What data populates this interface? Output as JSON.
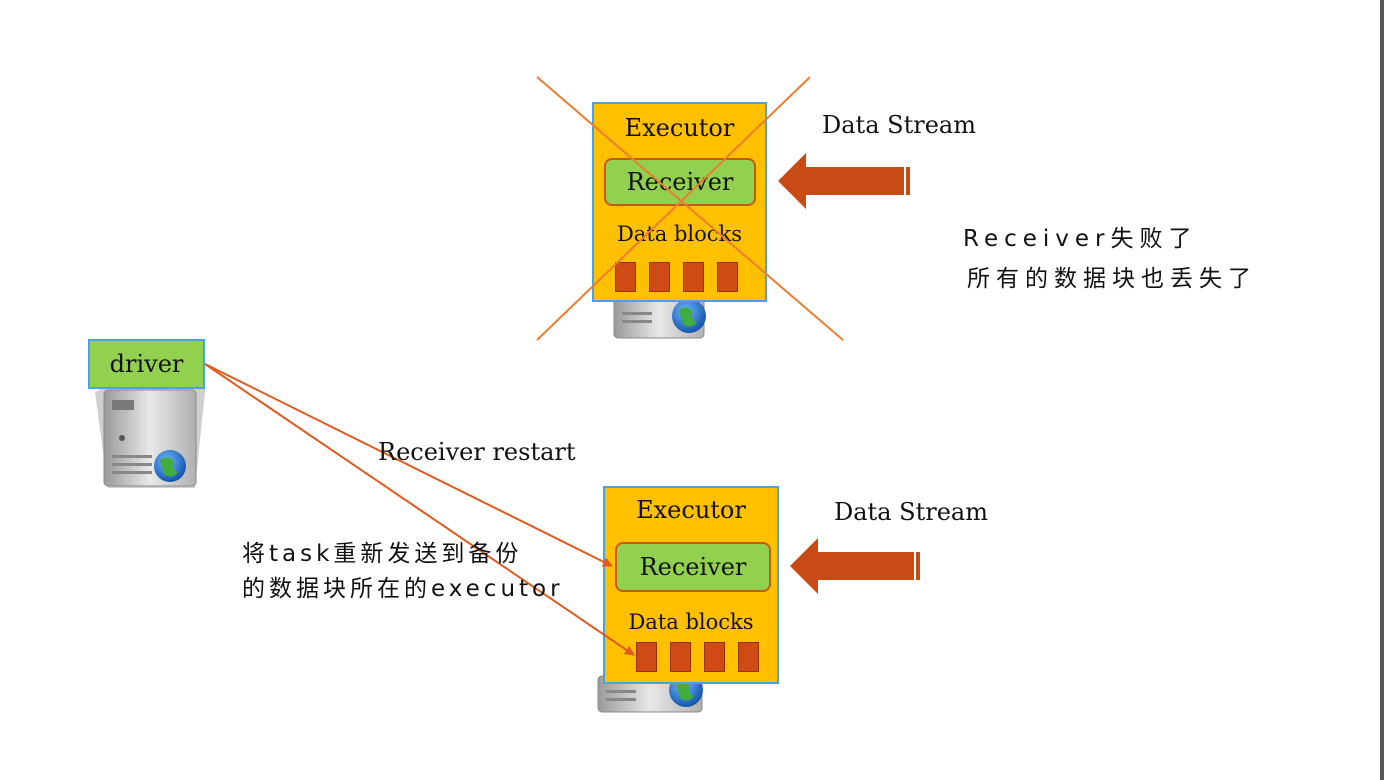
{
  "diagram": {
    "top_executor": {
      "title": "Executor",
      "receiver": "Receiver",
      "blocks_label": "Data blocks",
      "stream_label": "Data Stream"
    },
    "failure_note": {
      "line1": "Receiver失败了",
      "line2": "所有的数据块也丢失了"
    },
    "driver": {
      "label": "driver"
    },
    "restart_label": "Receiver restart",
    "resend_note": {
      "line1": "将task重新发送到备份",
      "line2": "的数据块所在的executor"
    },
    "bottom_executor": {
      "title": "Executor",
      "receiver": "Receiver",
      "blocks_label": "Data blocks",
      "stream_label": "Data Stream"
    },
    "colors": {
      "executor_fill": "#ffc000",
      "receiver_fill": "#92d050",
      "block_fill": "#d04a16",
      "arrow_fill": "#d04a16",
      "cross_line": "#ed7d31",
      "box_border": "#4aa3df"
    }
  }
}
